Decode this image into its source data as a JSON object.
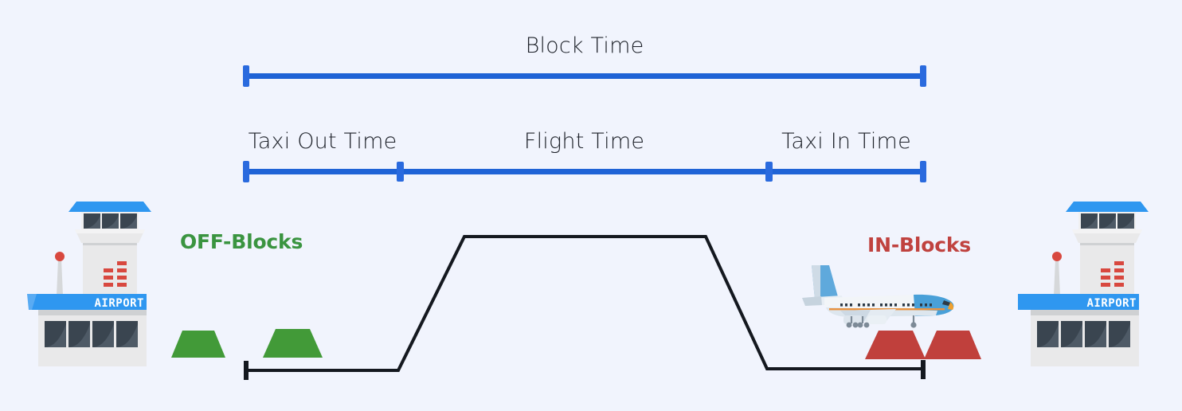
{
  "page": {
    "title": "Block Time Diagram",
    "background_color": "#f1f4fd"
  },
  "colors": {
    "bar_blue": "#1f63d6",
    "cap_blue": "#2a6ade",
    "off_blocks_green": "#3a9440",
    "in_blocks_red": "#c0423f",
    "terrain_green": "#429a38",
    "terrain_red": "#c0403c",
    "profile_black": "#14181f",
    "tower_roof_blue": "#2f97f0",
    "tower_band_blue": "#2f97f0",
    "tower_body_gray": "#e9e9ea",
    "tower_window_dark": "#3a4550",
    "tower_stripe_red": "#d8483f",
    "label_text": "#1d2129"
  },
  "timeline": {
    "block_bar": {
      "label": "Block Time",
      "start_cap_name": "block-time-start-cap",
      "end_cap_name": "block-time-end-cap"
    },
    "segment_bar": {
      "segments": [
        {
          "label": "Taxi Out Time"
        },
        {
          "label": "Flight Time"
        },
        {
          "label": "Taxi In Time"
        }
      ]
    }
  },
  "annotations": {
    "off_blocks": "OFF-Blocks",
    "in_blocks": "IN-Blocks"
  },
  "airports": {
    "departure": {
      "sign_text": "AIRPORT"
    },
    "arrival": {
      "sign_text": "AIRPORT"
    }
  },
  "icons": {
    "airplane": "airplane-icon",
    "tower_left": "airport-tower-icon",
    "tower_right": "airport-tower-icon"
  }
}
